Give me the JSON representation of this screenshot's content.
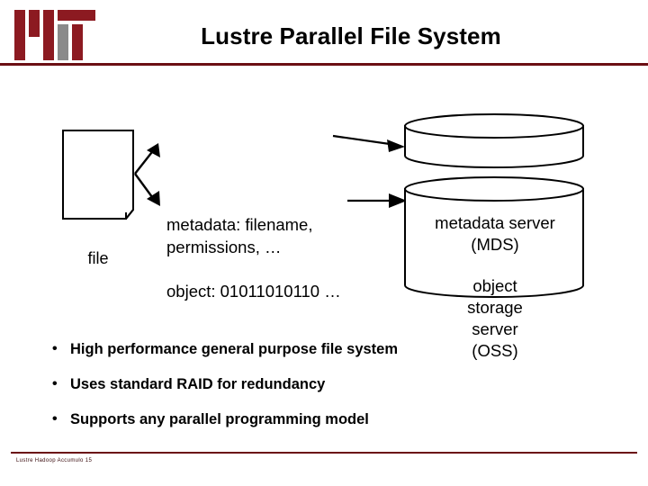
{
  "slide": {
    "title": "Lustre Parallel File System",
    "logo_alt": "mit-logo",
    "accent_color": "#6b0f14",
    "footer": "Lustre  Hadoop  Accumulo  15"
  },
  "diagram": {
    "file_label": "file",
    "metadata_line1": "metadata: filename,",
    "metadata_line2": "permissions, …",
    "object_line": "object: 01011010110 …",
    "mds_line1": "metadata server",
    "mds_line2": "(MDS)",
    "oss_line1": "object",
    "oss_line2": "storage",
    "oss_line3": "server",
    "oss_line4": "(OSS)"
  },
  "bullets": [
    {
      "marker": "•",
      "text": "High performance general purpose file system"
    },
    {
      "marker": "•",
      "text": "Uses standard RAID for redundancy"
    },
    {
      "marker": "•",
      "text": "Supports any parallel programming model"
    }
  ]
}
